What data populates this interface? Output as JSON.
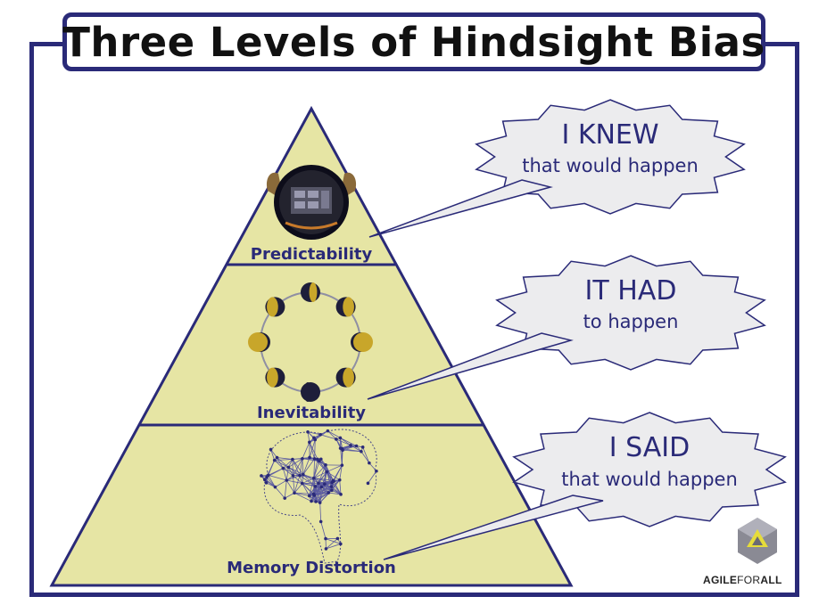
{
  "title": "Three Levels of Hindsight Bias",
  "levels": [
    {
      "label": "Predictability",
      "bubble_main": "I KNEW",
      "bubble_sub": "that would happen"
    },
    {
      "label": "Inevitability",
      "bubble_main": "IT HAD",
      "bubble_sub": "to happen"
    },
    {
      "label": "Memory Distortion",
      "bubble_main": "I SAID",
      "bubble_sub": "that would happen"
    }
  ],
  "logo": {
    "word1": "AGILE",
    "word2": "FOR",
    "word3": "ALL"
  },
  "colors": {
    "navy": "#2a2a78",
    "pyramid_fill": "#e6e5a4",
    "bubble_fill": "#ececee",
    "accent_gold": "#c8a62a"
  }
}
